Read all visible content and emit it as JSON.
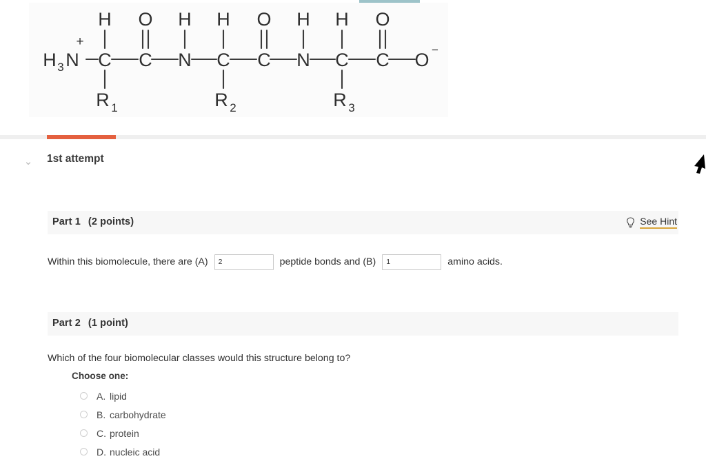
{
  "topbar": {
    "tab_accent_color": "#9dc3c9"
  },
  "figure": {
    "name": "tripeptide-structure",
    "alt": "Tripeptide backbone structure",
    "background": "#fbfbfb",
    "terminus_left": "H",
    "terminus_left_sub": "3",
    "terminus_left_n": "N",
    "charge_positive": "+",
    "charge_negative": "−",
    "backbone": [
      "C",
      "C",
      "N",
      "C",
      "C",
      "N",
      "C",
      "C",
      "O"
    ],
    "top_labels": [
      "H",
      "O",
      "H",
      "H",
      "O",
      "H",
      "H",
      "O"
    ],
    "side_chains": [
      {
        "label": "R",
        "sub": "1"
      },
      {
        "label": "R",
        "sub": "2"
      },
      {
        "label": "R",
        "sub": "3"
      }
    ]
  },
  "progress": {
    "attempt_label": "1st attempt",
    "chevron": "⌄",
    "bar_color": "#e4603f",
    "track_color": "#efefef",
    "fill_percent": 11
  },
  "part1": {
    "title": "Part 1",
    "points": "(2 points)",
    "hint_label": "See Hint",
    "hint_icon": "lightbulb-icon",
    "hint_underline_color": "#d8a53a",
    "sentence_start": "Within this biomolecule, there are (A)",
    "sentence_middle": "peptide bonds and (B)",
    "sentence_end": "amino acids.",
    "answer_a_value": "2",
    "answer_b_value": "1",
    "answer_placeholder": ""
  },
  "part2": {
    "title": "Part 2",
    "points": "(1 point)",
    "question": "Which of the four biomolecular classes would this structure belong to?",
    "choose_label": "Choose one:",
    "options": [
      {
        "letter": "A.",
        "label": "lipid",
        "selected": false
      },
      {
        "letter": "B.",
        "label": "carbohydrate",
        "selected": false
      },
      {
        "letter": "C.",
        "label": "protein",
        "selected": false
      },
      {
        "letter": "D.",
        "label": "nucleic acid",
        "selected": false
      }
    ]
  }
}
